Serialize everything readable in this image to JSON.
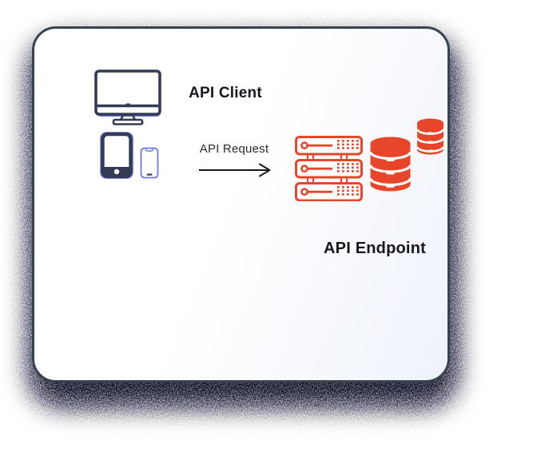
{
  "colors": {
    "red": "#E8462B",
    "navy": "#333C54",
    "blue": "#6B79E3",
    "text": "#16161E",
    "text-soft": "#2A2A33",
    "card-bg": "#FFFFFF",
    "card-tint": "#EEF2FB",
    "card-border": "#39424F",
    "shadow": "#0A0A26"
  },
  "diagram": {
    "client": {
      "label": "API Client",
      "icons": [
        "desktop-monitor-icon",
        "tablet-icon",
        "smartphone-icon"
      ]
    },
    "request": {
      "label": "API Request",
      "icon": "right-arrow-icon"
    },
    "endpoint": {
      "label": "API Endpoint",
      "icons": [
        "server-rack-icon",
        "database-stack-large-icon",
        "database-stack-small-icon"
      ]
    }
  }
}
